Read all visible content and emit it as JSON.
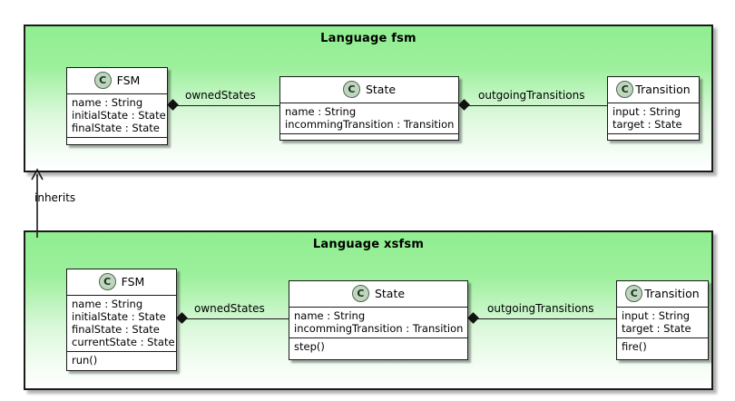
{
  "diagram": {
    "type": "uml-class-diagram",
    "background": "#ffffff",
    "package_fill_top": "#90ee90",
    "package_fill_bottom": "#ffffff",
    "class_fill": "#ffffff",
    "stroke": "#1a1a1a",
    "class_icon_fill": "#bed6be"
  },
  "packages": [
    {
      "id": "fsm",
      "title": "Language fsm",
      "classes": [
        {
          "id": "fsm-fsm",
          "name": "FSM",
          "icon": "class-icon",
          "icon_letter": "C",
          "attributes": [
            "name : String",
            "initialState : State",
            "finalState : State"
          ],
          "operations": []
        },
        {
          "id": "fsm-state",
          "name": "State",
          "icon": "class-icon",
          "icon_letter": "C",
          "attributes": [
            "name : String",
            "incommingTransition : Transition"
          ],
          "operations": []
        },
        {
          "id": "fsm-transition",
          "name": "Transition",
          "icon": "class-icon",
          "icon_letter": "C",
          "attributes": [
            "input : String",
            "target : State"
          ],
          "operations": []
        }
      ],
      "associations": [
        {
          "id": "fsm-ownedstates",
          "label": "ownedStates",
          "from": "FSM",
          "to": "State",
          "kind": "composition"
        },
        {
          "id": "fsm-outgoing",
          "label": "outgoingTransitions",
          "from": "State",
          "to": "Transition",
          "kind": "composition"
        }
      ]
    },
    {
      "id": "xsfsm",
      "title": "Language xsfsm",
      "classes": [
        {
          "id": "xsfsm-fsm",
          "name": "FSM",
          "icon": "class-icon",
          "icon_letter": "C",
          "attributes": [
            "name : String",
            "initialState : State",
            "finalState : State",
            "currentState : State"
          ],
          "operations": [
            "run()"
          ]
        },
        {
          "id": "xsfsm-state",
          "name": "State",
          "icon": "class-icon",
          "icon_letter": "C",
          "attributes": [
            "name : String",
            "incommingTransition : Transition"
          ],
          "operations": [
            "step()"
          ]
        },
        {
          "id": "xsfsm-transition",
          "name": "Transition",
          "icon": "class-icon",
          "icon_letter": "C",
          "attributes": [
            "input : String",
            "target : State"
          ],
          "operations": [
            "fire()"
          ]
        }
      ],
      "associations": [
        {
          "id": "xsfsm-ownedstates",
          "label": "ownedStates",
          "from": "FSM",
          "to": "State",
          "kind": "composition"
        },
        {
          "id": "xsfsm-outgoing",
          "label": "outgoingTransitions",
          "from": "State",
          "to": "Transition",
          "kind": "composition"
        }
      ]
    }
  ],
  "package_relation": {
    "id": "inherits",
    "label": "inherits",
    "from": "Language xsfsm",
    "to": "Language fsm",
    "kind": "generalization-open-arrow"
  }
}
